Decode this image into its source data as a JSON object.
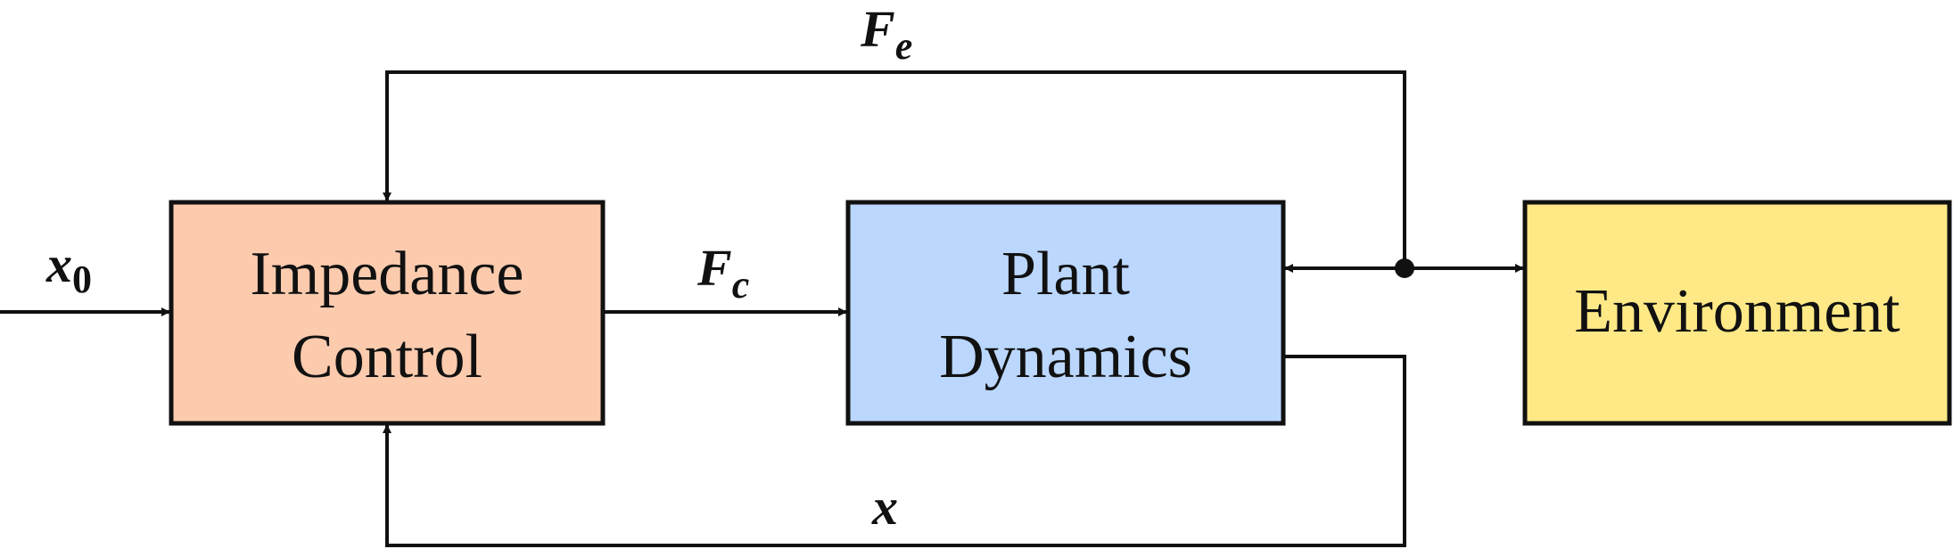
{
  "colors": {
    "impedance": "#FCCBAE",
    "plant": "#BBD7FE",
    "environment": "#FEE986",
    "line": "#111111"
  },
  "blocks": {
    "impedance": {
      "line1": "Impedance",
      "line2": "Control"
    },
    "plant": {
      "line1": "Plant",
      "line2": "Dynamics"
    },
    "environment": {
      "label": "Environment"
    }
  },
  "signals": {
    "x0": {
      "main": "x",
      "sub": "0"
    },
    "fc": {
      "main": "F",
      "sub": "c"
    },
    "fe": {
      "main": "F",
      "sub": "e"
    },
    "x": {
      "main": "x"
    }
  }
}
